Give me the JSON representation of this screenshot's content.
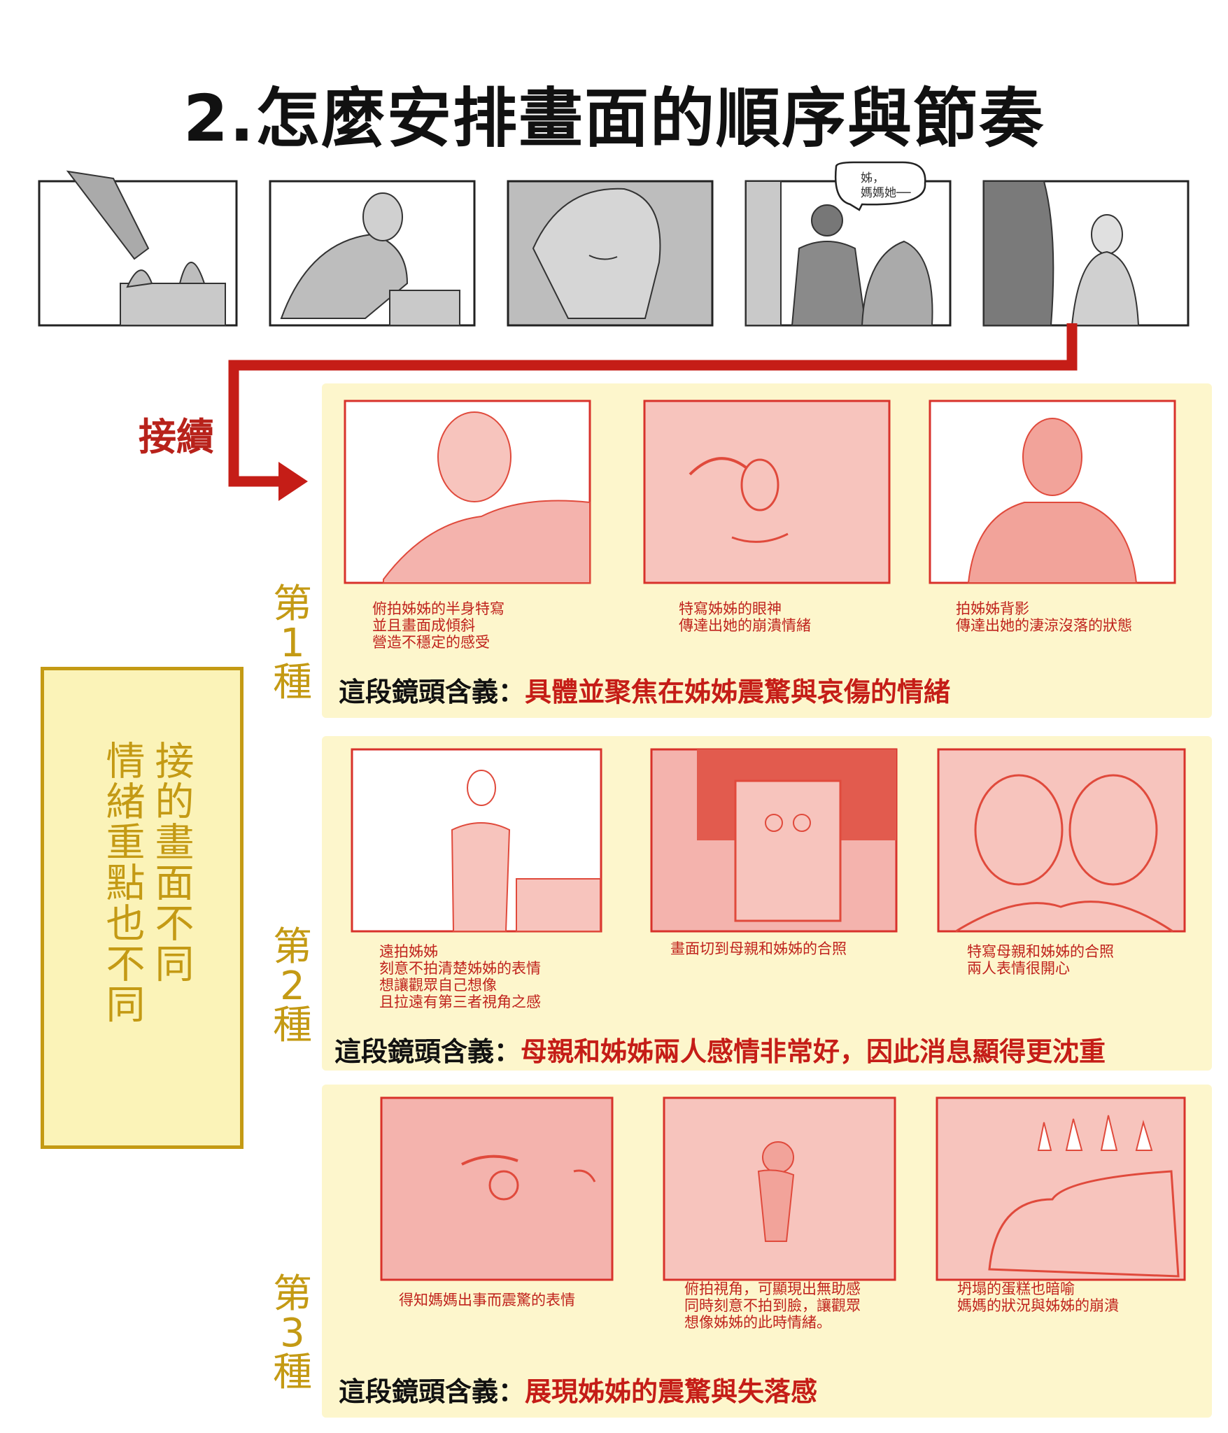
{
  "title": "2.怎麼安排畫面的順序與節奏",
  "top_strip": {
    "speech_bubble": "姊，\n媽媽她──"
  },
  "flow_label": "接續",
  "side_note": {
    "line1": "接的畫面不同",
    "line2": "情緒重點也不同"
  },
  "colors": {
    "accent_red": "#c51d17",
    "gold": "#c49a14",
    "panel_bg": "#fdf6cc"
  },
  "meaning_label": "這段鏡頭含義：",
  "sections": [
    {
      "type_label": "第1種",
      "captions": [
        "俯拍姊姊的半身特寫\n並且畫面成傾斜\n營造不穩定的感受",
        "特寫姊姊的眼神\n傳達出她的崩潰情緒",
        "拍姊姊背影\n傳達出她的淒涼沒落的狀態"
      ],
      "meaning": "具體並聚焦在姊姊震驚與哀傷的情緒"
    },
    {
      "type_label": "第2種",
      "captions": [
        "遠拍姊姊\n刻意不拍清楚姊姊的表情\n想讓觀眾自己想像\n且拉遠有第三者視角之感",
        "畫面切到母親和姊姊的合照",
        "特寫母親和姊姊的合照\n兩人表情很開心"
      ],
      "meaning": "母親和姊姊兩人感情非常好，因此消息顯得更沈重"
    },
    {
      "type_label": "第3種",
      "captions": [
        "得知媽媽出事而震驚的表情",
        "俯拍視角，可顯現出無助感\n同時刻意不拍到臉，讓觀眾\n想像姊姊的此時情緒。",
        "坍塌的蛋糕也暗喻\n媽媽的狀況與姊姊的崩潰"
      ],
      "meaning": "展現姊姊的震驚與失落感"
    }
  ]
}
